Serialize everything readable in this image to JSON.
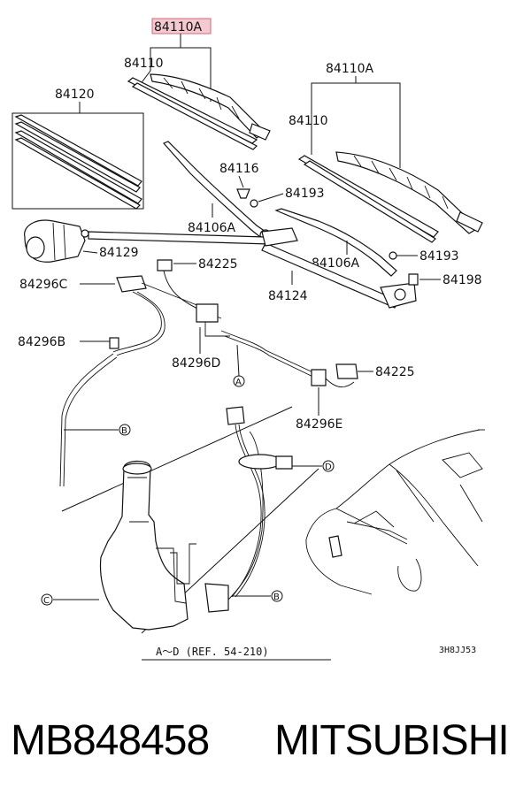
{
  "labels": {
    "top_highlight": "84110A",
    "p84110_left": "84110",
    "p84120": "84120",
    "p84110A_right": "84110A",
    "p84110_right": "84110",
    "p84116": "84116",
    "p84193_upper": "84193",
    "p84106A_left": "84106A",
    "p84129": "84129",
    "p84225_upper": "84225",
    "p84106A_right": "84106A",
    "p84193_lower": "84193",
    "p84296C": "84296C",
    "p84124": "84124",
    "p84198": "84198",
    "p84296B": "84296B",
    "p84296D": "84296D",
    "p84225_lower": "84225",
    "p84296E": "84296E"
  },
  "callouts": {
    "a": "A",
    "b_upper": "B",
    "b_lower": "B",
    "c": "C",
    "d": "D"
  },
  "reference_note": "A～D (REF. 54-210)",
  "diagram_code": "3H8JJ53",
  "footer": {
    "part_number": "MB848458",
    "brand": "MITSUBISHI"
  },
  "colors": {
    "highlight_fill": "#f4c9cf",
    "highlight_border": "#d26a78"
  }
}
